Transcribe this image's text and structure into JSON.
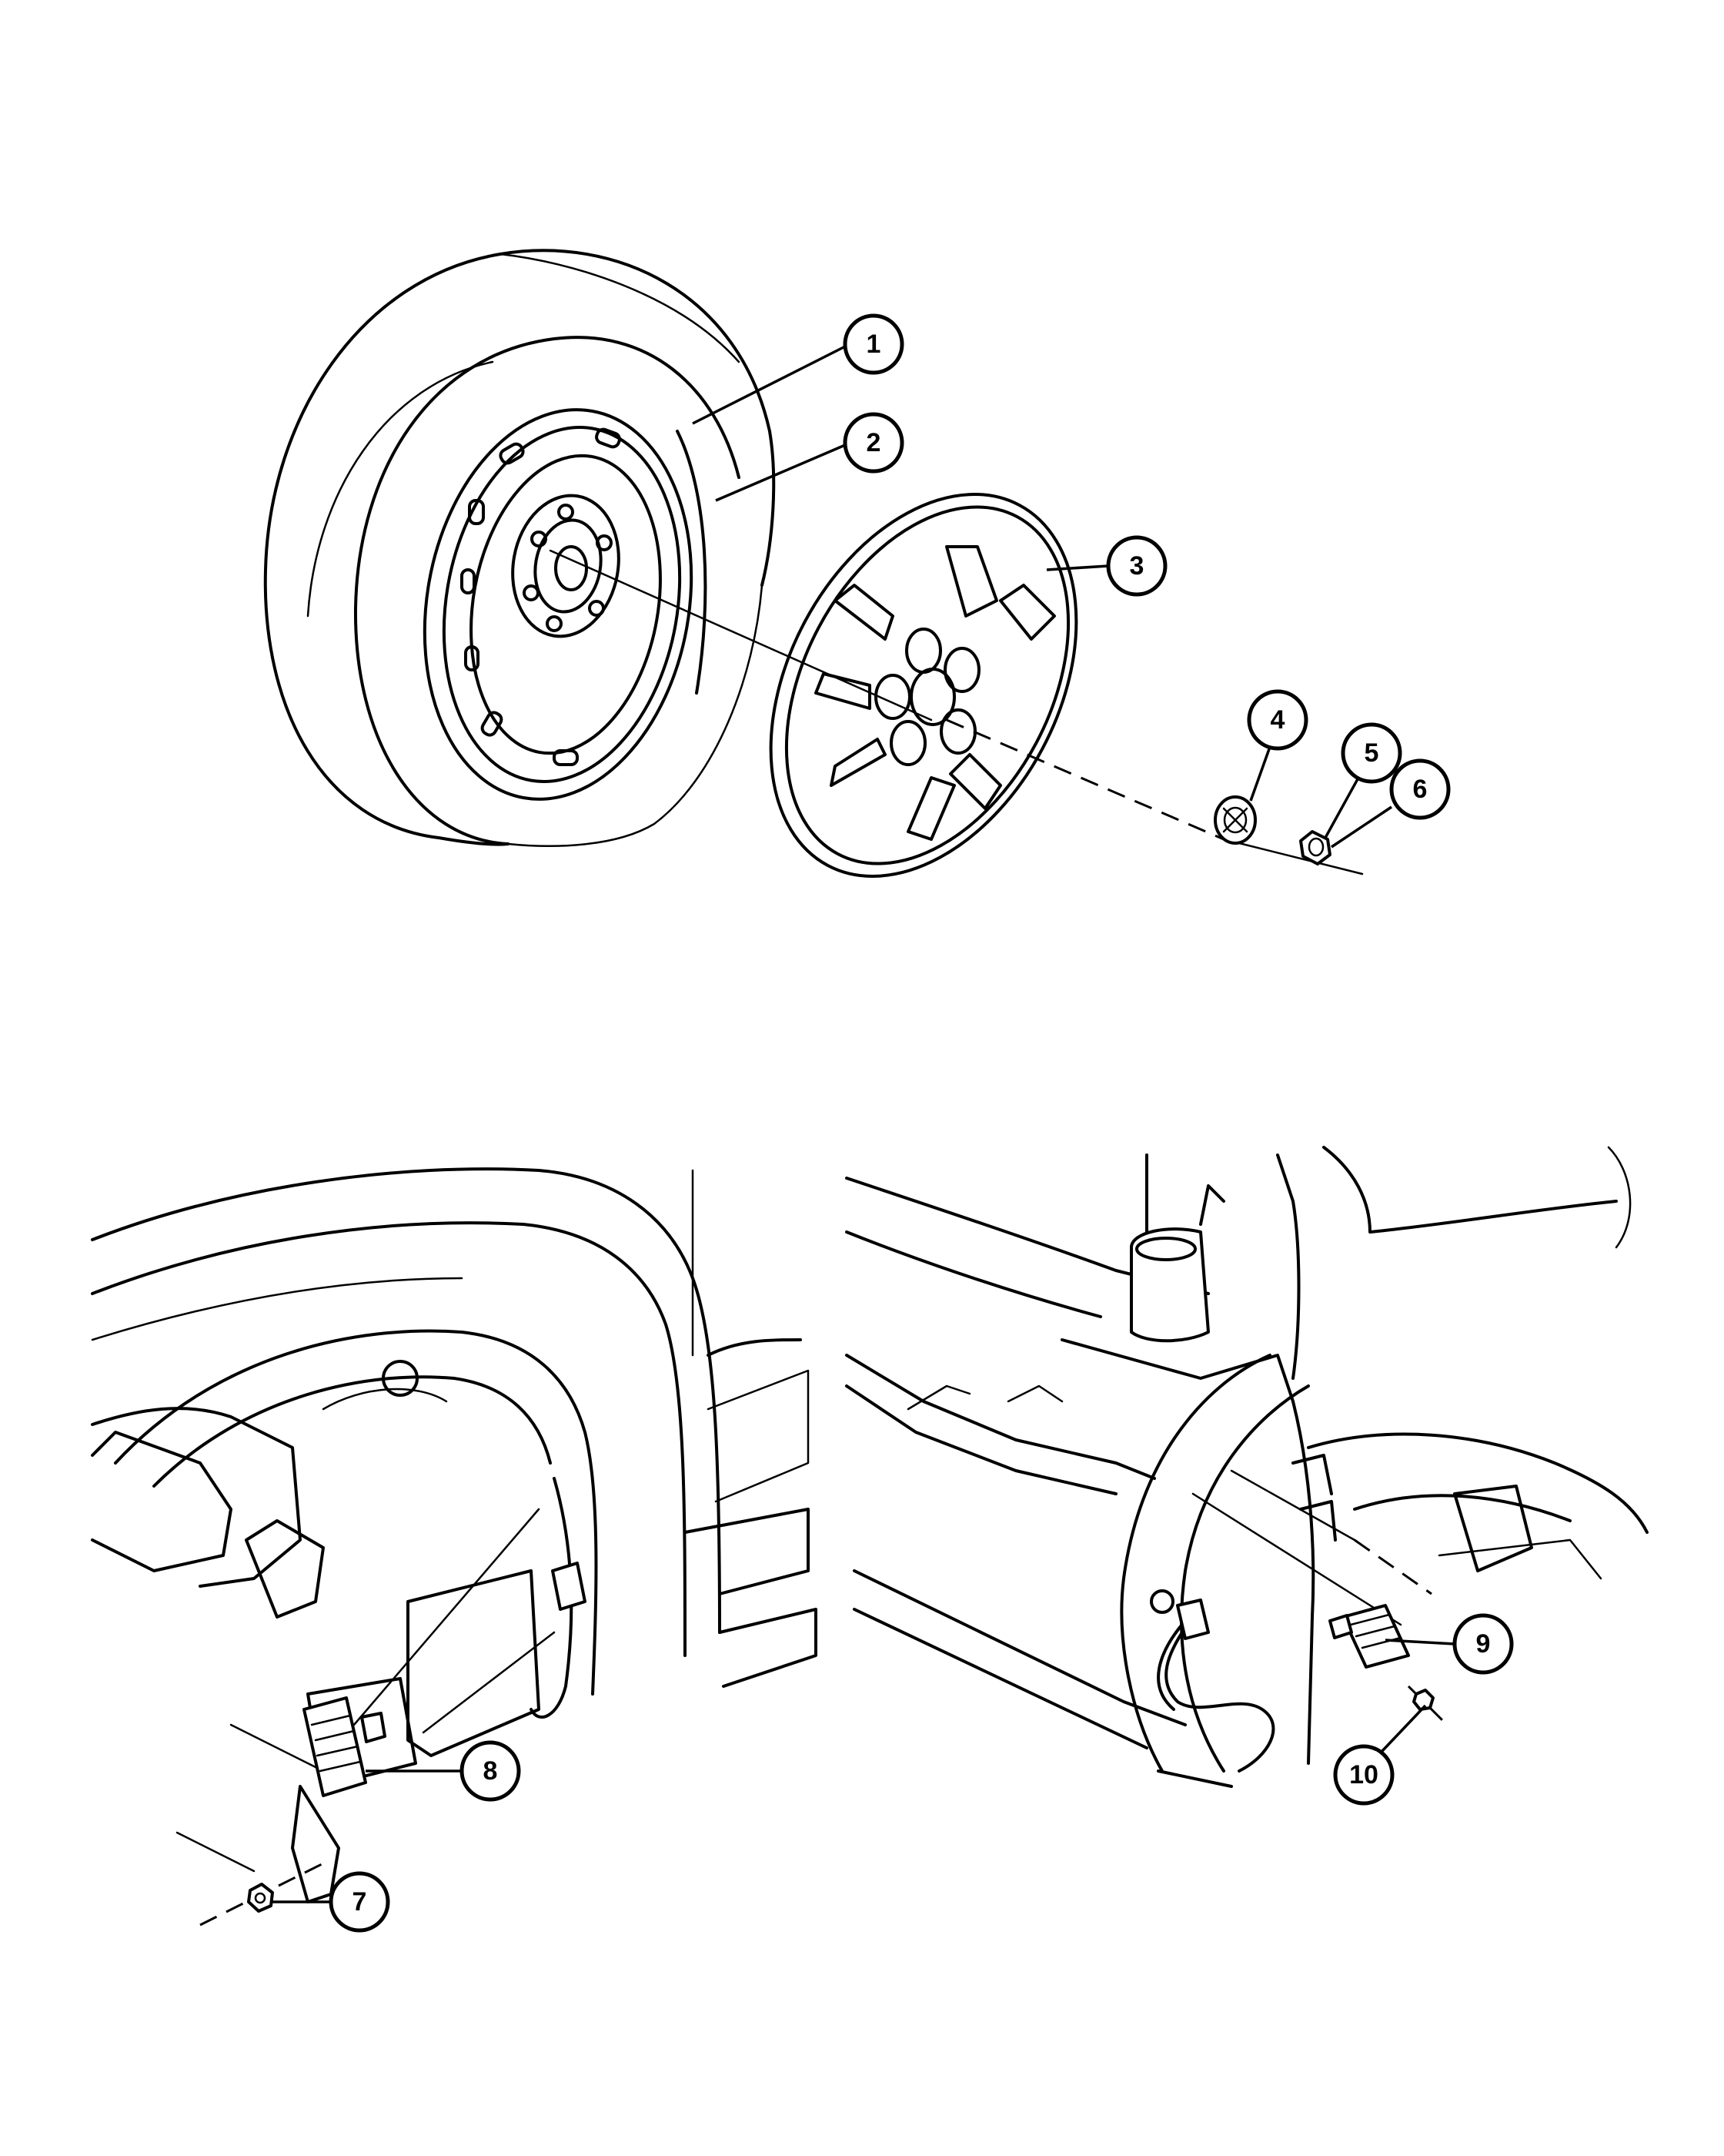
{
  "callouts": [
    {
      "id": "callout-1",
      "label": "1"
    },
    {
      "id": "callout-2",
      "label": "2"
    },
    {
      "id": "callout-3",
      "label": "3"
    },
    {
      "id": "callout-4",
      "label": "4"
    },
    {
      "id": "callout-5",
      "label": "5"
    },
    {
      "id": "callout-6",
      "label": "6"
    },
    {
      "id": "callout-7",
      "label": "7"
    },
    {
      "id": "callout-8",
      "label": "8"
    },
    {
      "id": "callout-9",
      "label": "9"
    },
    {
      "id": "callout-10",
      "label": "10"
    }
  ]
}
